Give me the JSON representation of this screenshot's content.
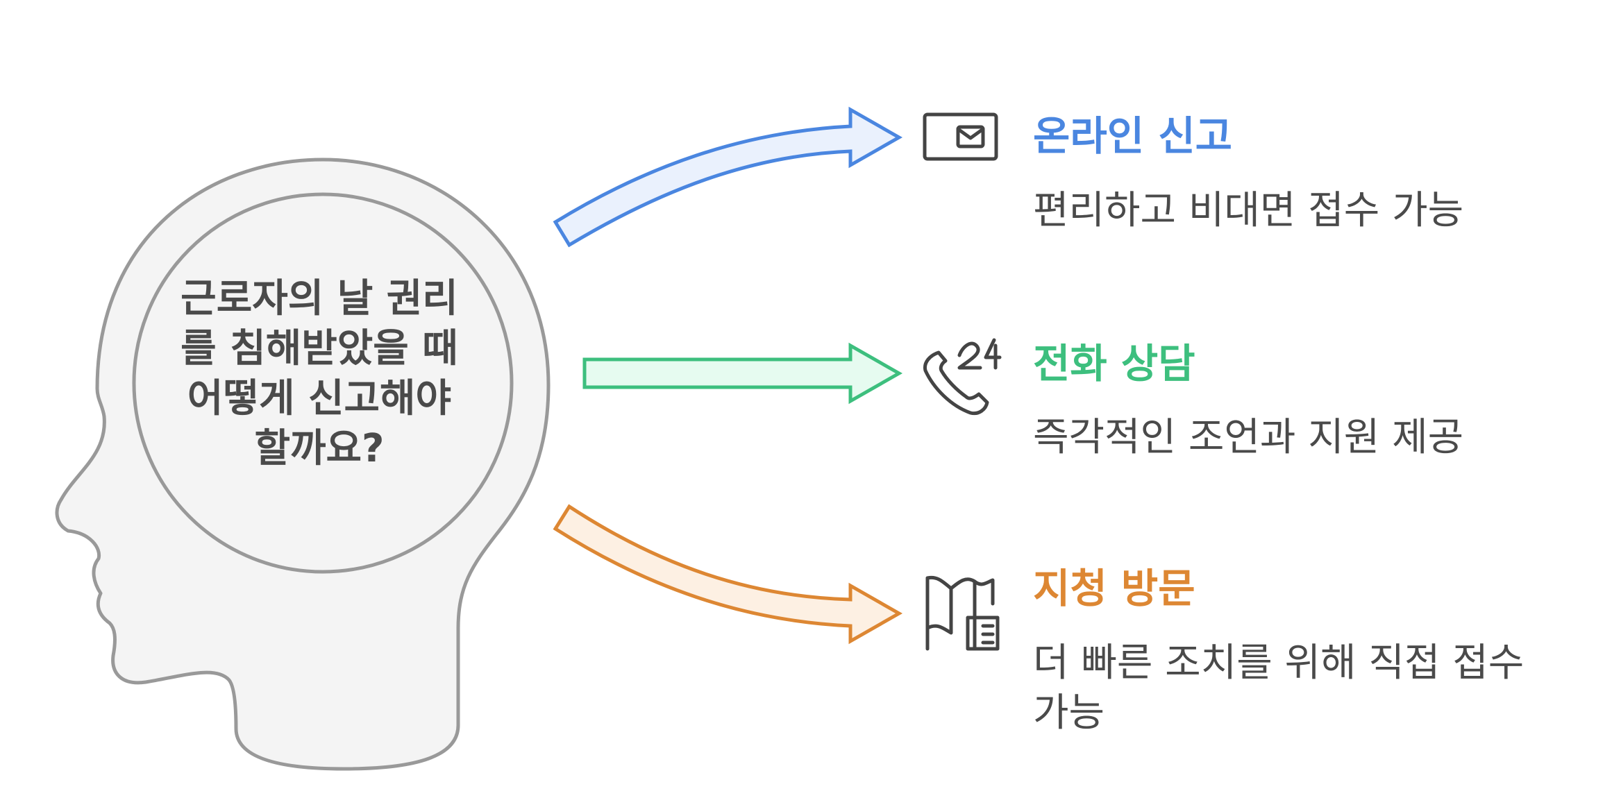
{
  "center": {
    "question_lines": [
      "근로자의 날 권리",
      "를 침해받았을 때",
      "어떻게 신고해야",
      "할까요?"
    ]
  },
  "items": [
    {
      "title": "온라인 신고",
      "description_lines": [
        "편리하고 비대면 접수 가능"
      ],
      "color": "#4a86e0",
      "fill": "#eaf1fd",
      "icon": "envelope-icon"
    },
    {
      "title": "전화 상담",
      "description_lines": [
        "즉각적인 조언과 지원 제공"
      ],
      "color": "#3dbf7e",
      "fill": "#e6fbf0",
      "icon": "phone-24-icon"
    },
    {
      "title": "지청 방문",
      "description_lines": [
        "더 빠른 조치를 위해 직접 접수",
        "가능"
      ],
      "color": "#dd8733",
      "fill": "#fdf0e3",
      "icon": "map-building-icon"
    }
  ],
  "colors": {
    "head_outline": "#999999",
    "head_fill": "#f4f4f4",
    "text": "#4a4a4a",
    "icon": "#444444"
  }
}
